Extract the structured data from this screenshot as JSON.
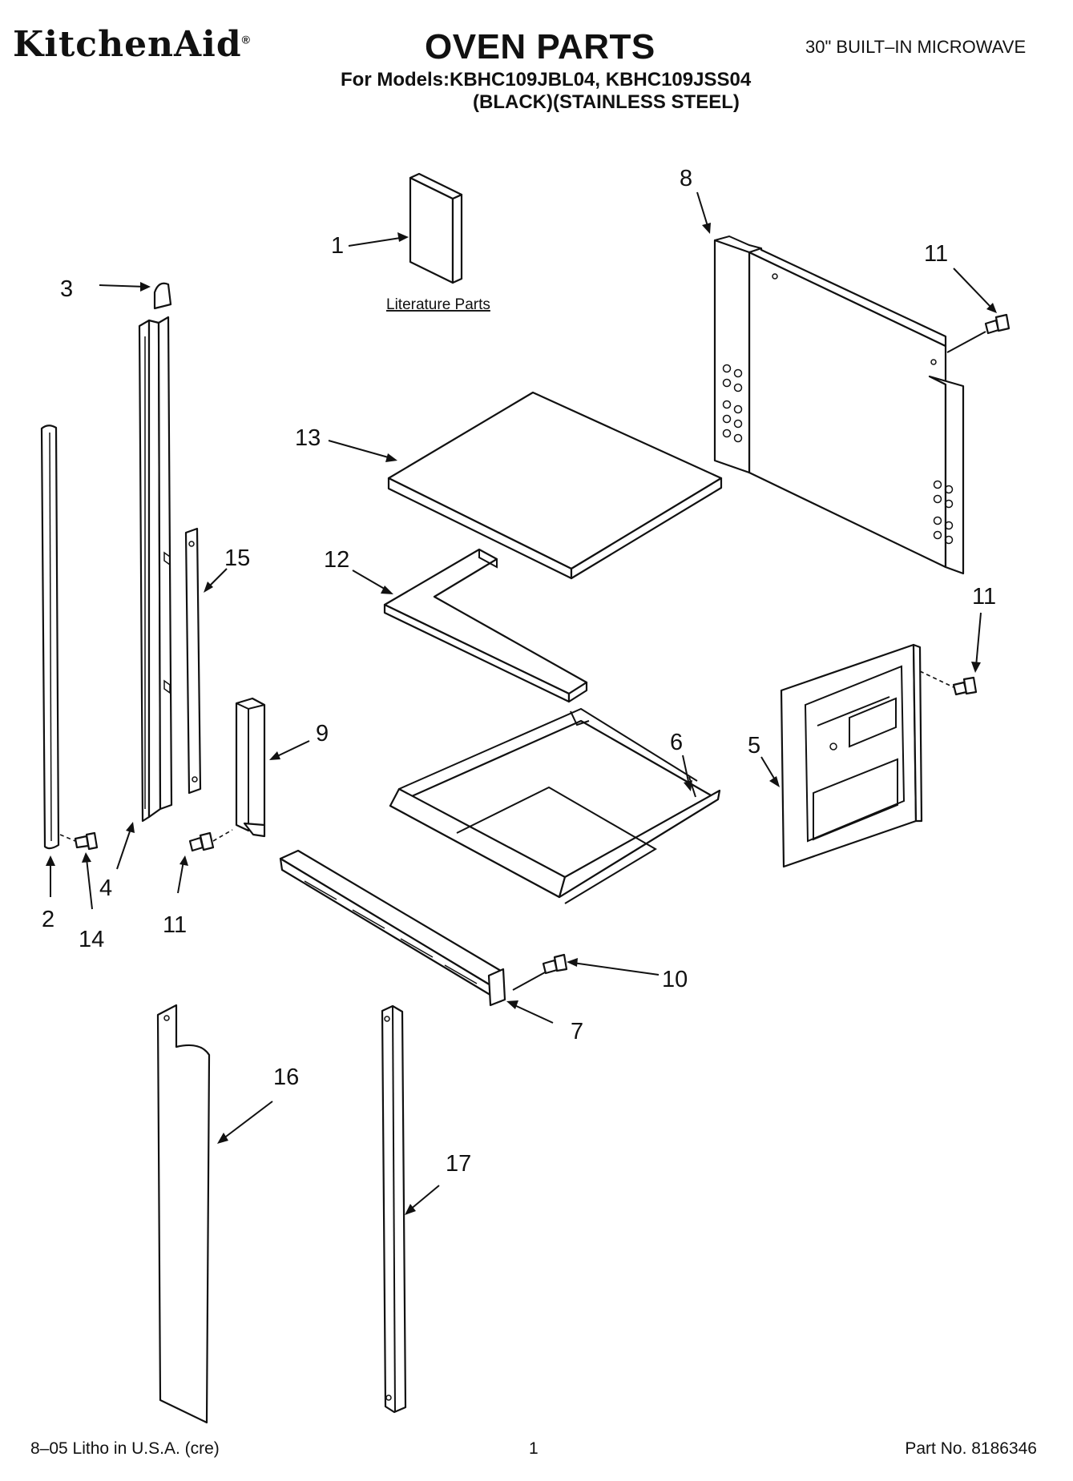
{
  "header": {
    "brand": "KitchenAid",
    "brand_mark": "®",
    "title": "OVEN PARTS",
    "subtitle": "30\" BUILT–IN MICROWAVE",
    "models_line": "For Models:KBHC109JBL04, KBHC109JSS04",
    "finishes_line": "(BLACK)(STAINLESS STEEL)"
  },
  "diagram": {
    "literature_label": "Literature Parts",
    "callouts": {
      "c1": "1",
      "c2": "2",
      "c3": "3",
      "c4": "4",
      "c5": "5",
      "c6": "6",
      "c7": "7",
      "c8": "8",
      "c9": "9",
      "c10": "10",
      "c11a": "11",
      "c11b": "11",
      "c11c": "11",
      "c12": "12",
      "c13": "13",
      "c14": "14",
      "c15": "15",
      "c16": "16",
      "c17": "17"
    }
  },
  "footer": {
    "litho": "8–05 Litho in U.S.A. (cre)",
    "page": "1",
    "part_no": "Part No. 8186346"
  }
}
